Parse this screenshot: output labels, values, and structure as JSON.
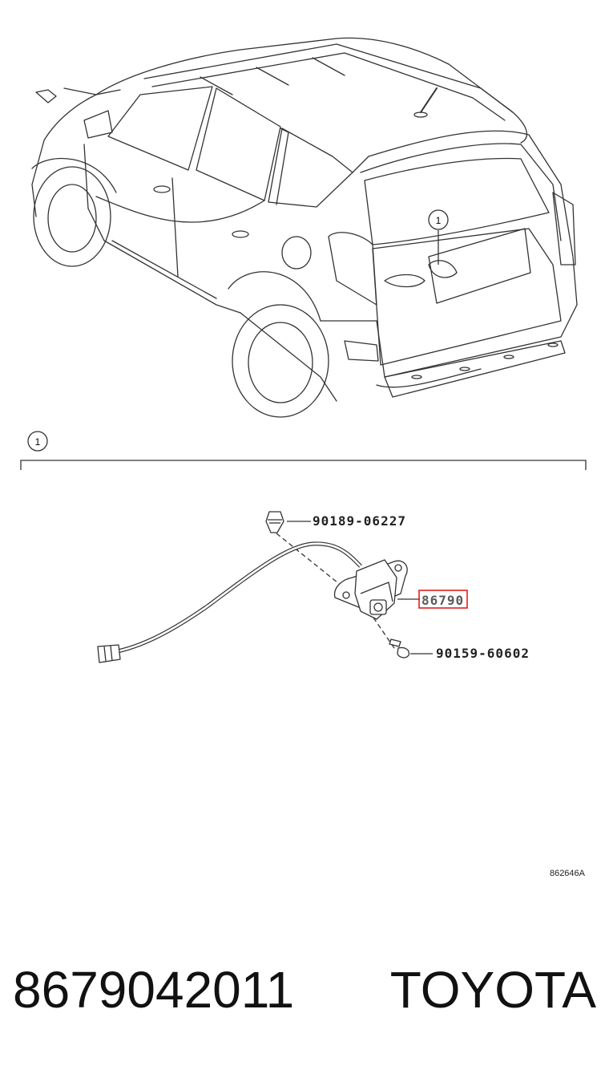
{
  "callouts": {
    "marker": "1"
  },
  "parts": [
    {
      "number": "90189-06227"
    },
    {
      "number": "86790",
      "highlight_color": "#e02020"
    },
    {
      "number": "90159-60602"
    }
  ],
  "diagram_code": "862646A",
  "footer": {
    "part_number": "8679042011",
    "brand": "TOYOTA"
  },
  "colors": {
    "line": "#333333",
    "highlight": "#e02020",
    "background": "#ffffff"
  }
}
